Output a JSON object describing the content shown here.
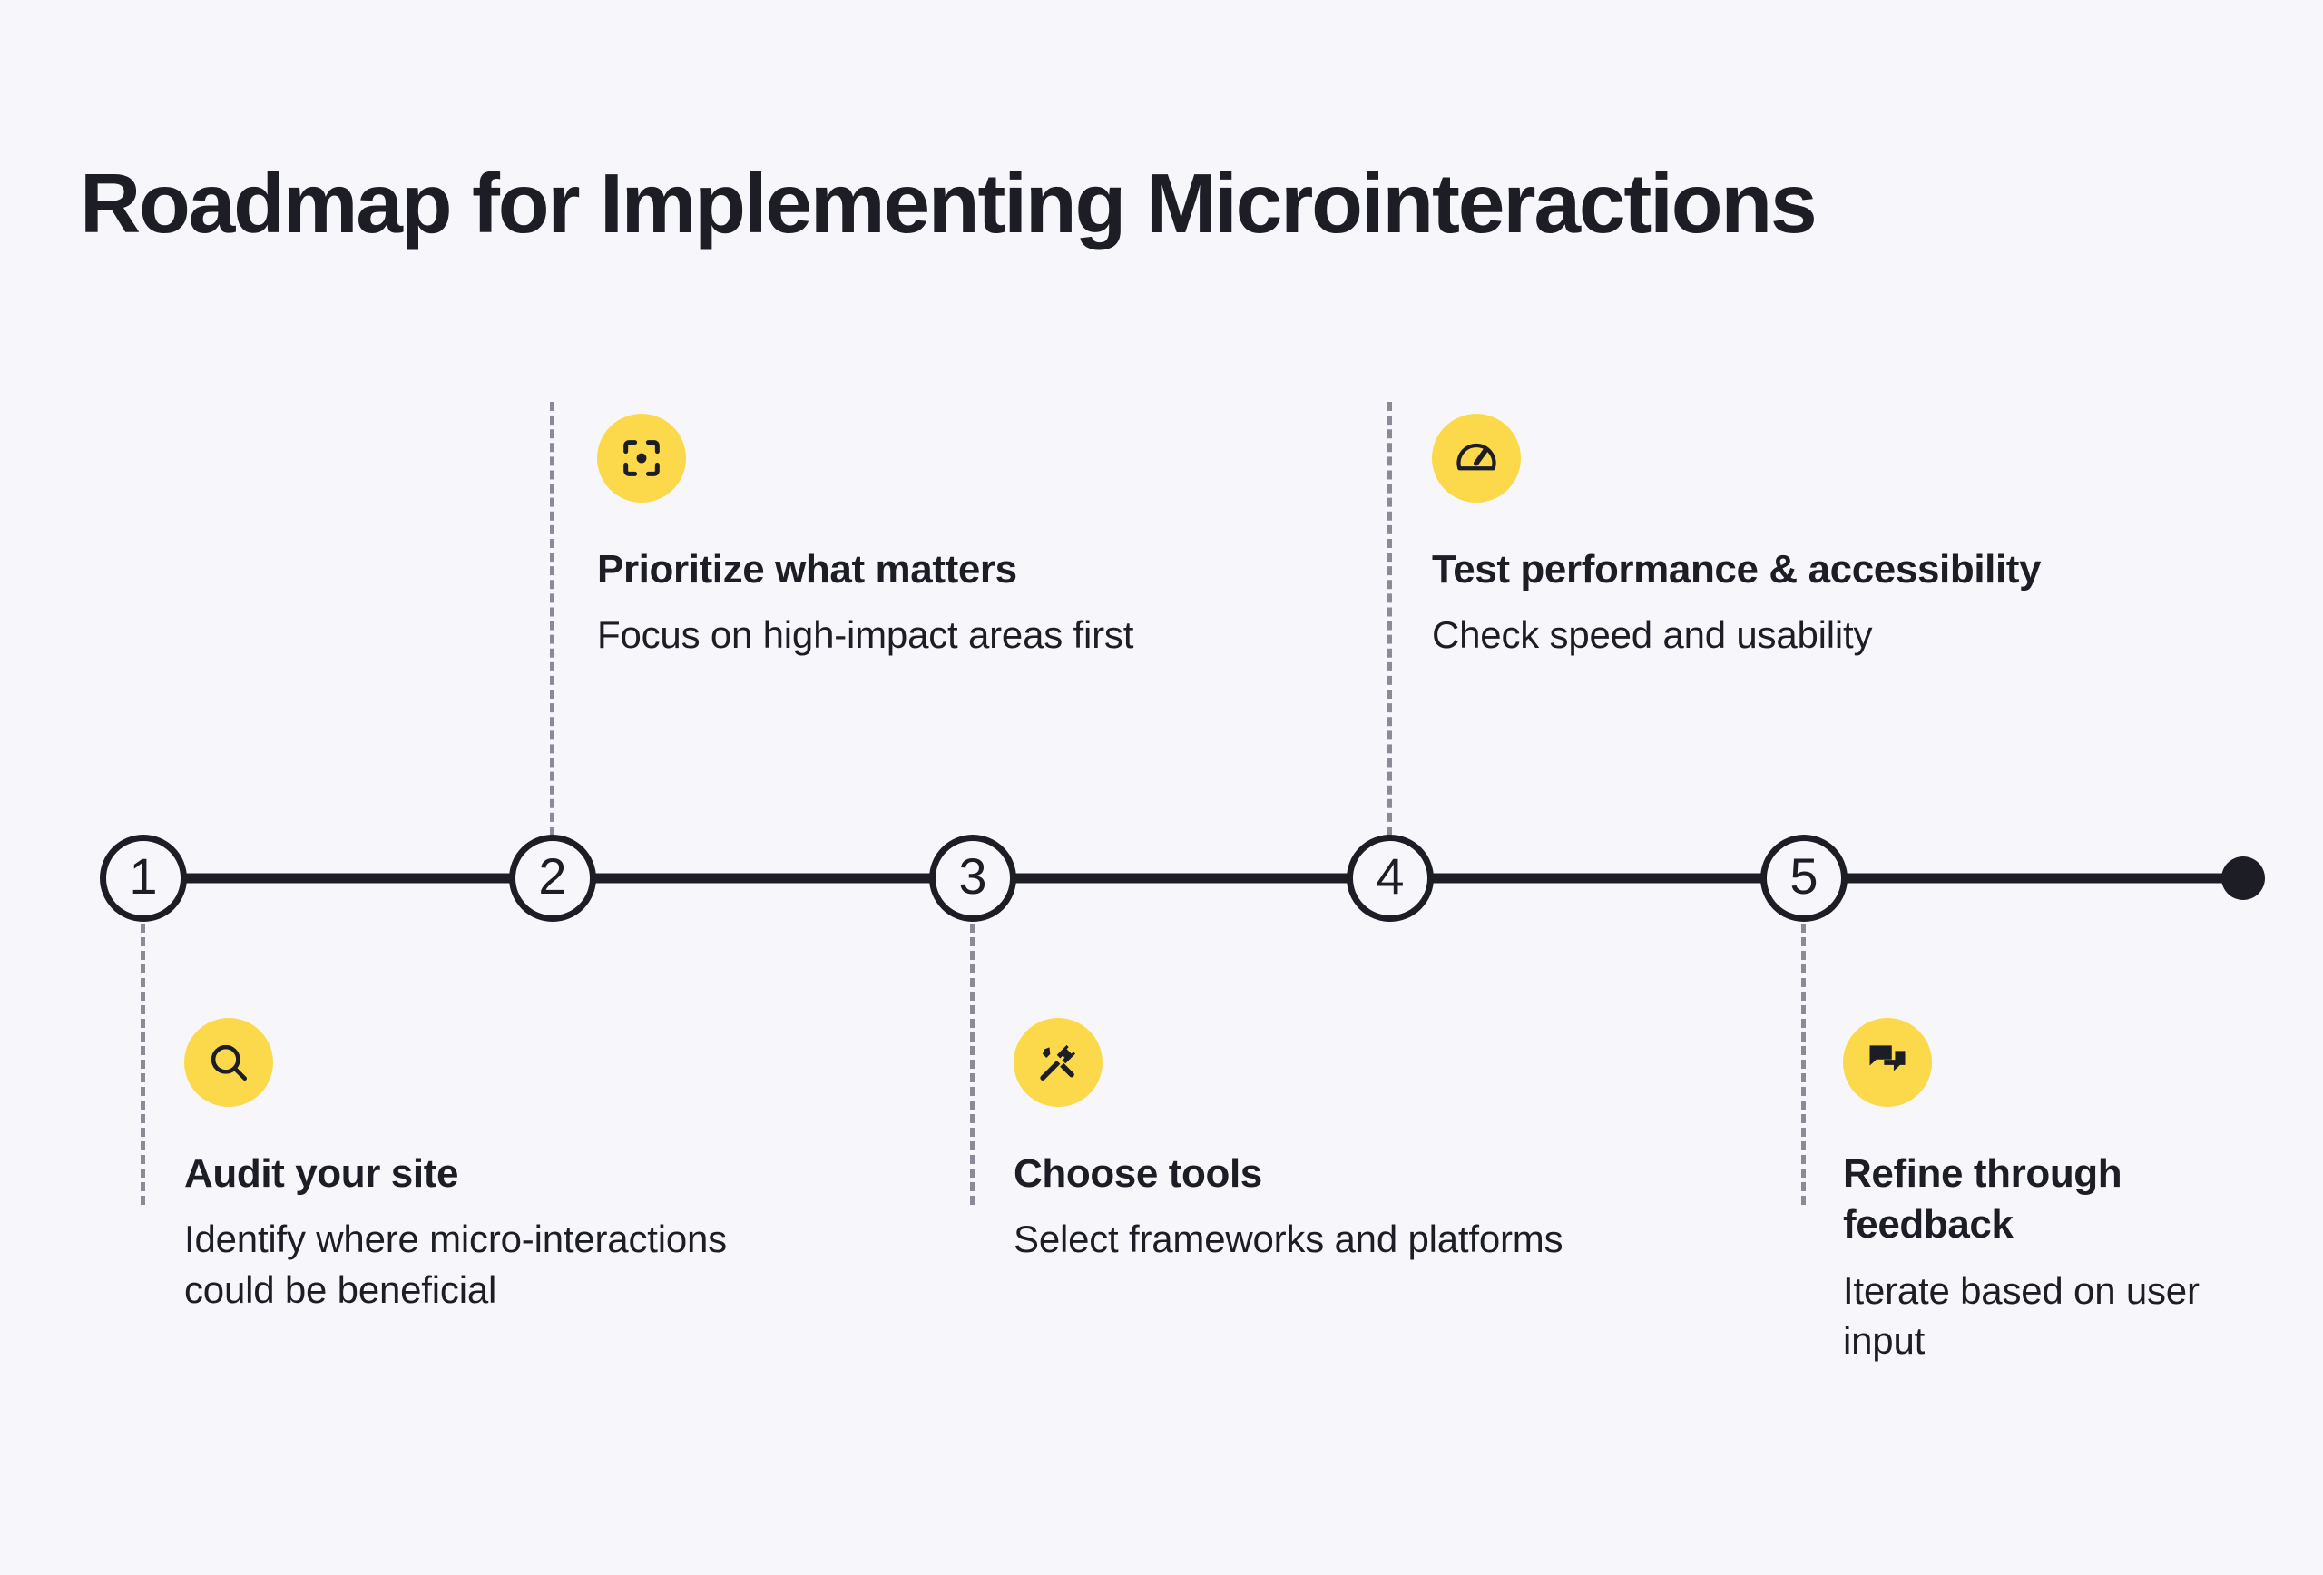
{
  "header": {
    "title": "Roadmap for Implementing Microinteractions"
  },
  "theme": {
    "background": "#f7f7fb",
    "accent_yellow": "#fbd94b",
    "ink": "#1d1d26",
    "dash_gray": "#8b8b97"
  },
  "timeline": {
    "end_marker": "filled-dot",
    "steps": [
      {
        "number": "1",
        "position": "below",
        "icon": "search-icon",
        "title": "Audit your site",
        "description": "Identify where micro-interactions could be beneficial"
      },
      {
        "number": "2",
        "position": "above",
        "icon": "center-focus-icon",
        "title": "Prioritize what matters",
        "description": "Focus on high-impact areas first"
      },
      {
        "number": "3",
        "position": "below",
        "icon": "tools-icon",
        "title": "Choose tools",
        "description": "Select frameworks and platforms"
      },
      {
        "number": "4",
        "position": "above",
        "icon": "speedometer-icon",
        "title": "Test performance & accessibility",
        "description": "Check speed and usability"
      },
      {
        "number": "5",
        "position": "below",
        "icon": "forum-icon",
        "title": "Refine through feedback",
        "description": "Iterate based on user input"
      }
    ]
  }
}
